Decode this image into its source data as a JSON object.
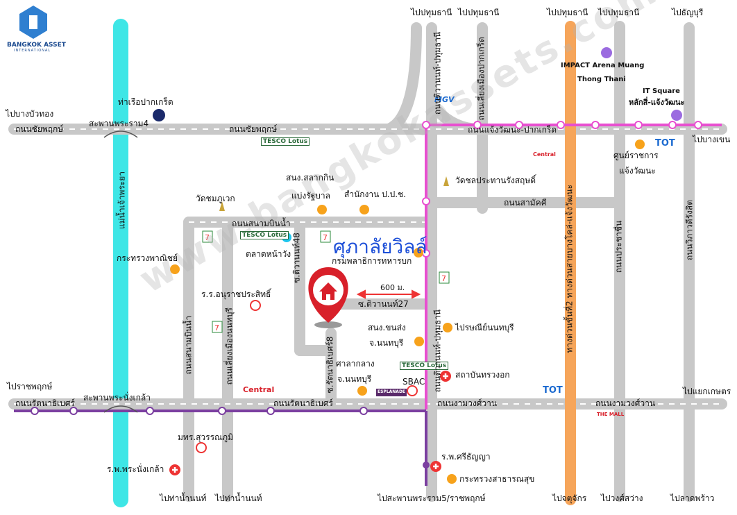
{
  "brand": {
    "name": "BANGKOK ASSET",
    "sub": "INTERNATIONAL"
  },
  "watermark": "www.bangkokassets.com",
  "title": "ศุภาลัยวิลล์",
  "distance": "600 ม.",
  "colors": {
    "road": "#c8c8c8",
    "river": "#3ee6e6",
    "purple_line": "#7b3fa0",
    "pink_line": "#e84fd0",
    "orange_line": "#f6a55a",
    "poi_dot": "#f7a21b",
    "impact_dot": "#9b6be0",
    "pin": "#d8202a"
  },
  "labels": {
    "to_pathum_1": "ไปปทุมธานี",
    "to_pathum_2": "ไปปทุมธานี",
    "to_pathum_3": "ไปปทุมธานี",
    "to_pathum_4": "ไปปทุมธานี",
    "to_rangsit": "ไปธัญบุรี",
    "to_bangbuathong": "ไปบางบัวทอง",
    "chaiyaphruek_1": "ถนนชัยพฤกษ์",
    "rama4_bridge": "สะพานพระราม4",
    "chaiyaphruek_2": "ถนนชัยพฤกษ์",
    "pakkret_pier": "ท่าเรือปากเกร็ด",
    "impact": "IMPACT  Arena Muang",
    "thong_thani": "Thong Thani",
    "it_square": "IT Square",
    "laksi": "หลักสี่-แจ้งวัฒนะ",
    "chaengwattana_rd": "ถนนแจ้งวัฒนะ-ปากเกร็ด",
    "to_bangkhen": "ไปบางเขน",
    "govt_center": "ศูนย์ราชการ",
    "chaengwattana": "แจ้งวัฒนะ",
    "wat_chonprathan": "วัดชลประทานรังสฤษดิ์",
    "samakkhi_rd": "ถนนสามัคคี",
    "sanong_salakin": "สนง.สลากกิน",
    "baeng_ratthaban": "แบ่งรัฐบาล",
    "office_ppc": "สำนักงาน ป.ป.ช.",
    "wat_chomphuwek": "วัดชมภูเวก",
    "sanambinnam_rd": "ถนนสนามบินน้ำ",
    "market": "ตลาดหน้าวัง",
    "soi48": "ซ.ติวานนท์48",
    "veterans": "กรมพลาธิการทหารบก",
    "commerce_min": "กระทรวงพาณิชย์",
    "school": "ร.ร.อนุราชประสิทธิ์",
    "soi27": "ซ.ติวานนท์27",
    "post_office": "ไปรษณีย์นนทบุรี",
    "land_office_1": "สนง.ขนส่ง",
    "land_office_2": "จ.นนทบุรี",
    "court_1": "ศาลากลาง",
    "court_2": "จ.นนทบุรี",
    "sbac": "SBAC",
    "chest_inst": "สถาบันทรวงอก",
    "to_ratchaphruek": "ไปราชพฤกษ์",
    "rattanathibet_1": "ถนนรัตนาธิเบศร์",
    "nonthaburi_bridge": "สะพานพระนั่งเกล้า",
    "rattanathibet_2": "ถนนรัตนาธิเบศร์",
    "ngamwongwan_1": "ถนนงามวงศ์วาน",
    "ngamwongwan_2": "ถนนงามวงศ์วาน",
    "to_kaset": "ไปแยกเกษตร",
    "suan_sunandha": "มทร.สุวรรณภูมิ",
    "srithanya": "ร.พ.ศรีธัญญา",
    "public_health": "กระทรวงสาธารณสุข",
    "phranangklao_hosp": "ร.พ.พระนั่งเกล้า",
    "to_tanon_1": "ไปท่าน้ำนนท์",
    "to_tanon_2": "ไปท่าน้ำนนท์",
    "to_rama5": "ไปสะพานพระราม5/ราชพฤกษ์",
    "to_chatuchak": "ไปจตุจักร",
    "to_wongsawang": "ไปวงศ์สว่าง",
    "to_ladprao": "ไปลาดพร้าว"
  },
  "vertical_labels": {
    "chaophraya": "แม่น้ำเจ้าพระยา",
    "tiwanon_rd": "ถนนติวานนท์-ปทุมธานี",
    "chaengwattana_pakkret_v": "ถนนเลี่ยงเมืองปากเกร็ด",
    "expressway": "ทางด่วนขั้นที่2 ทางด่วนสายบางโคล่-แจ้งวัฒนะ",
    "prachachuen_rd": "ถนนประชาชื่น",
    "vibhavadi_rd": "ถนนวิภาวดีรังสิต",
    "sanambinnam_v": "ถนนสนามบินน้ำ",
    "bypass_v": "ถนนเลี่ยงเมืองนนทบุรี",
    "soi_rattanathibet8": "ซ.รัตนาธิเบศร์8",
    "tiwanon_v2": "ถนนติวานนท์-ปทุมธานี"
  },
  "brands": {
    "tesco1": "TESCO Lotus",
    "tesco2": "TESCO Lotus",
    "tesco3": "TESCO Lotus",
    "central1": "Central",
    "central2": "Central",
    "esplanade": "ESPLANADE",
    "mgv": "MGV",
    "tot1": "TOT",
    "tot2": "TOT",
    "mall": "THE MALL"
  }
}
